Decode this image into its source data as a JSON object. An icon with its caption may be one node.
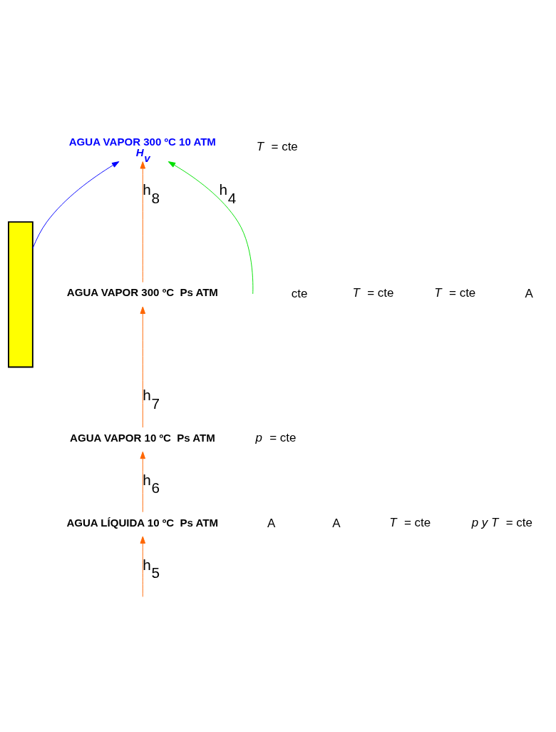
{
  "diagram": {
    "nodes": [
      {
        "text": [],
        "shape": "box"
      },
      {
        "text": [
          "AGUA VAPOR 300 ºC 10 ATM",
          "*H$_{v}$*"
        ]
      },
      {
        "text": [
          "AGUA VAPOR 300 ºC  Ps ATM"
        ]
      },
      {
        "text": [
          "AGUA LÍQUIDA 10 ºC  Ps ATM"
        ]
      },
      {
        "text": [
          "AGUA VAPOR 10 ºC  Ps ATM"
        ]
      }
    ],
    "edges": [
      {
        "from": null,
        "to": 1,
        "arrow": "to",
        "label": "h$_{4}$",
        "color": "#00e000"
      },
      {
        "from": 0,
        "to": 1,
        "arrow": "to",
        "color": "#0000ff"
      },
      {
        "from": null,
        "to": 3,
        "arrow": "to",
        "label": "h$_{5}$"
      },
      {
        "from": 3,
        "to": 4,
        "arrow": "to",
        "label": "h$_{6}$"
      },
      {
        "from": 4,
        "to": 2,
        "arrow": "to",
        "label": "h$_{7}$"
      },
      {
        "from": 2,
        "to": 1,
        "arrow": "to",
        "label": "h$_{8}$"
      }
    ],
    "labels": [
      "*T* = cte",
      "cte",
      "*T* = cte",
      "*T* = cte",
      "A",
      "*p* = cte",
      "A",
      "A",
      "*T* = cte",
      "*p y T* = cte"
    ]
  }
}
